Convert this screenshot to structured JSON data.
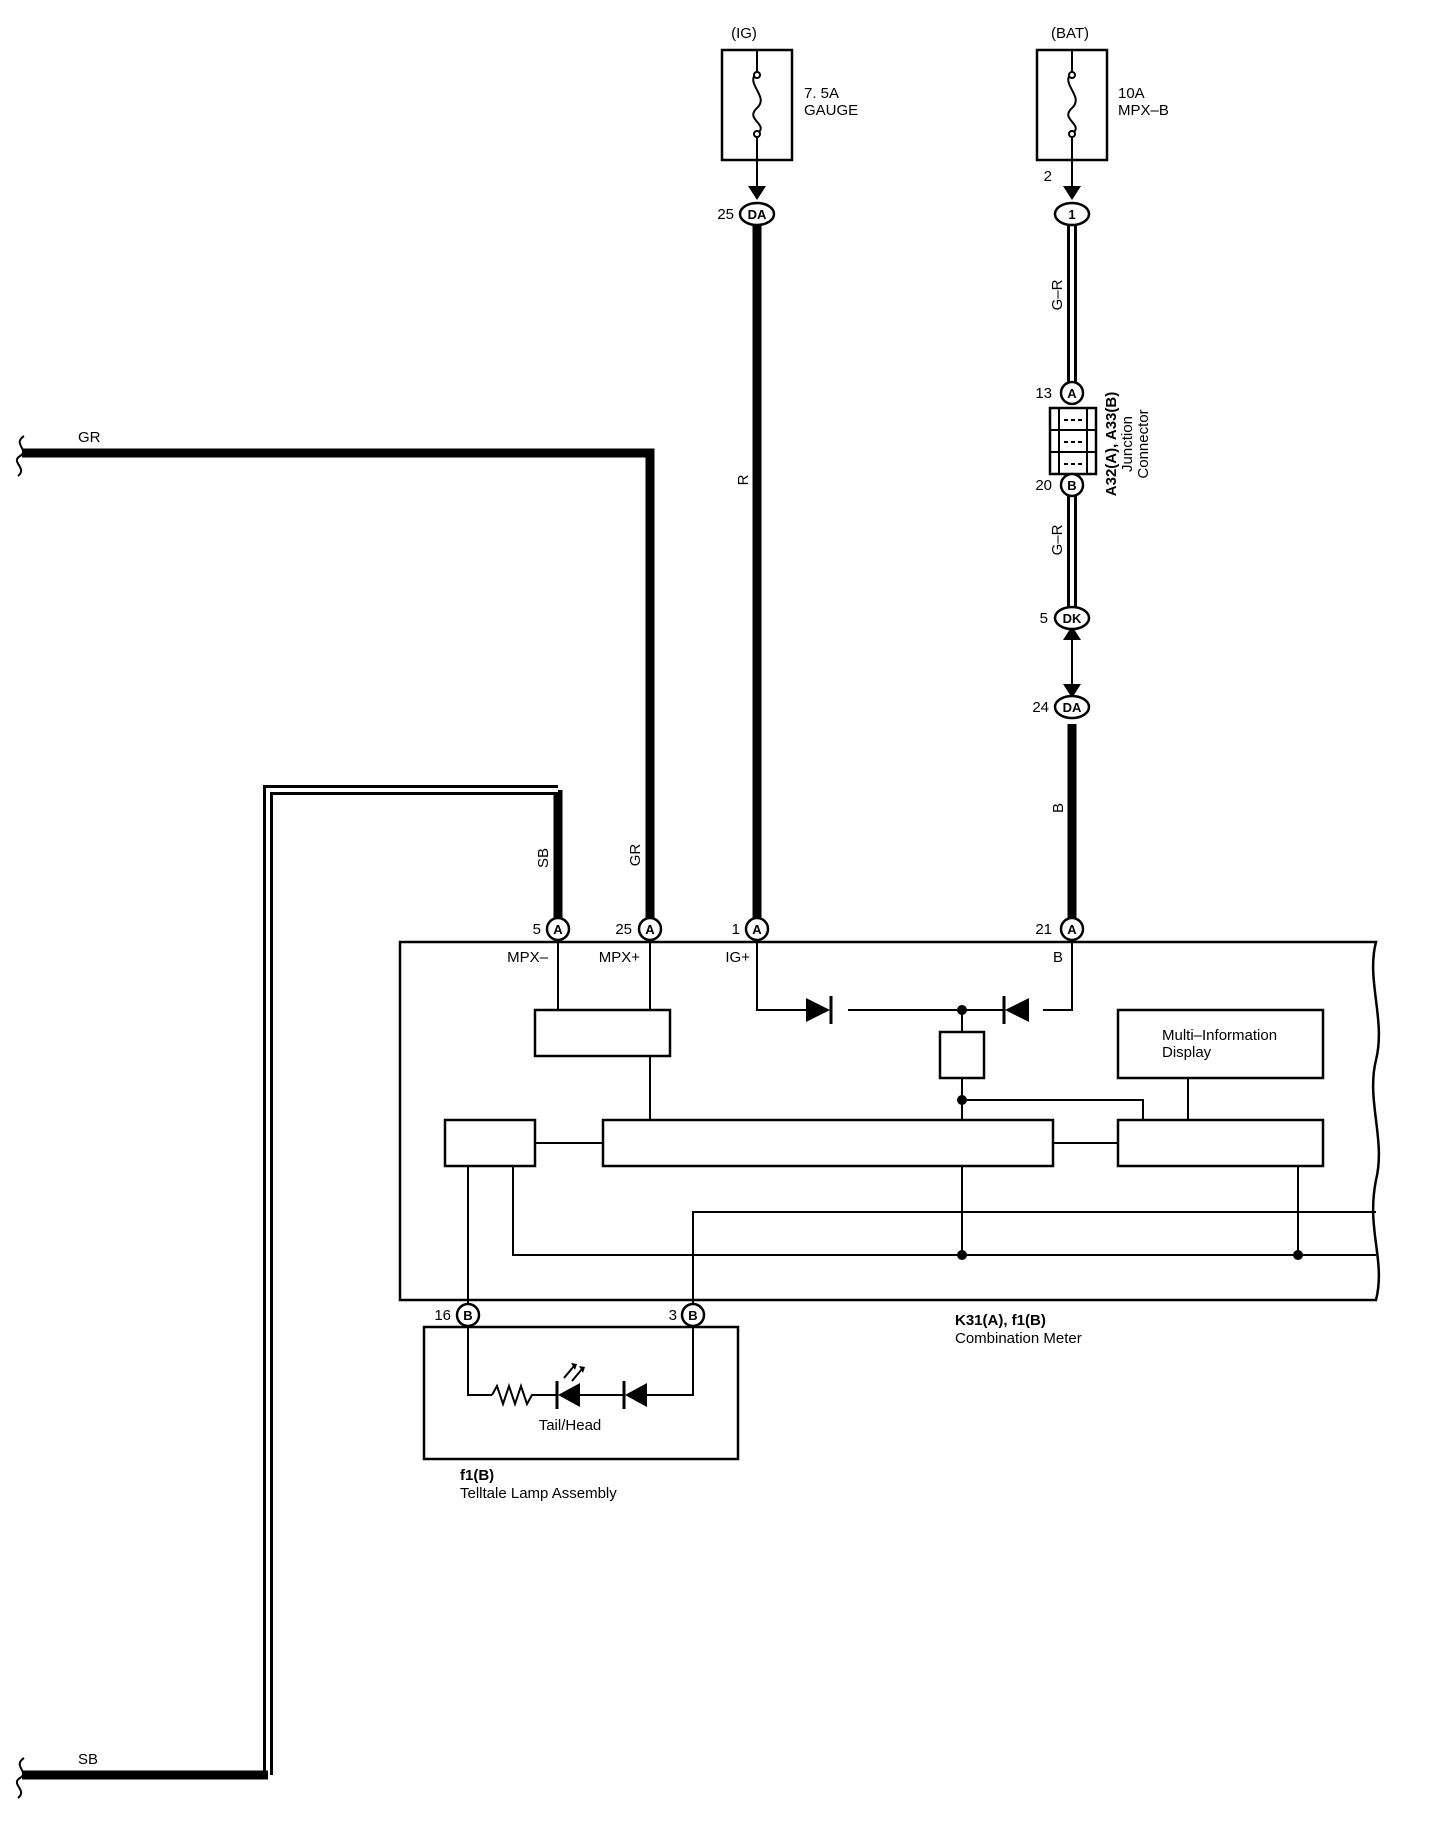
{
  "fuses": {
    "ig": {
      "source": "(IG)",
      "rating": "7. 5A",
      "name": "GAUGE"
    },
    "bat": {
      "source": "(BAT)",
      "rating": "10A",
      "name": "MPX–B"
    }
  },
  "fuse_pins": {
    "bat_out": "2"
  },
  "connectors": {
    "da25": {
      "pin": "25",
      "code": "DA"
    },
    "c1": {
      "code": "1"
    },
    "a13": {
      "pin": "13",
      "code": "A"
    },
    "b20": {
      "pin": "20",
      "code": "B"
    },
    "dk5": {
      "pin": "5",
      "code": "DK"
    },
    "da24": {
      "pin": "24",
      "code": "DA"
    },
    "a5": {
      "pin": "5",
      "code": "A"
    },
    "a25": {
      "pin": "25",
      "code": "A"
    },
    "a1": {
      "pin": "1",
      "code": "A"
    },
    "a21": {
      "pin": "21",
      "code": "A"
    },
    "b16": {
      "pin": "16",
      "code": "B"
    },
    "b3": {
      "pin": "3",
      "code": "B"
    }
  },
  "wires": {
    "r": "R",
    "gr_top": "G–R",
    "gr_mid": "G–R",
    "b": "B",
    "sb": "SB",
    "gr": "GR",
    "gr_left": "GR",
    "sb_left": "SB"
  },
  "junction": {
    "id": "A32(A), A33(B)",
    "line1": "Junction",
    "line2": "Connector"
  },
  "meter": {
    "terminals": {
      "mpx_minus": "MPX–",
      "mpx_plus": "MPX+",
      "ig_plus": "IG+",
      "b": "B"
    },
    "mid_label_1": "Multi–Information",
    "mid_label_2": "Display",
    "id": "K31(A), f1(B)",
    "name": "Combination Meter"
  },
  "telltale": {
    "inner": "Tail/Head",
    "id": "f1(B)",
    "name": "Telltale Lamp Assembly"
  }
}
